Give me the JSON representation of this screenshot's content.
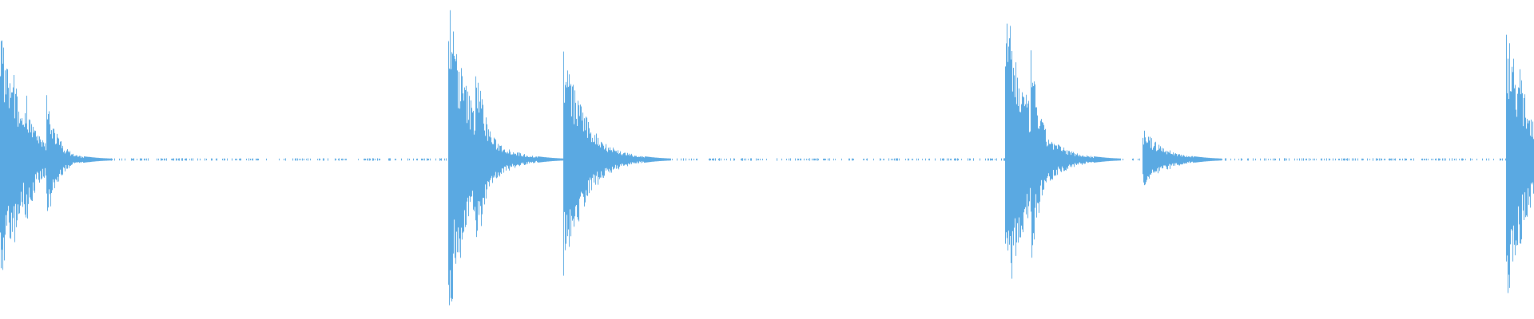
{
  "colors": {
    "background": "#ffffff",
    "waveform": "#5aa9e2"
  },
  "waveform": {
    "peak_amplitude": 0.53,
    "bursts": [
      {
        "start": 0.0,
        "peak": 0.42,
        "sub_peaks": [
          0.0,
          0.009,
          0.016,
          0.03
        ]
      },
      {
        "start": 0.292,
        "peak": 0.53,
        "sub_peaks": [
          0.0,
          0.018
        ]
      },
      {
        "start": 0.367,
        "peak": 0.37,
        "sub_peaks": [
          0.0,
          0.01
        ]
      },
      {
        "start": 0.655,
        "peak": 0.52,
        "sub_peaks": [
          0.0,
          0.017
        ]
      },
      {
        "start": 0.745,
        "peak": 0.1,
        "sub_peaks": [
          0.0
        ]
      },
      {
        "start": 0.982,
        "peak": 0.47,
        "sub_peaks": [
          0.0,
          0.008
        ]
      }
    ]
  }
}
